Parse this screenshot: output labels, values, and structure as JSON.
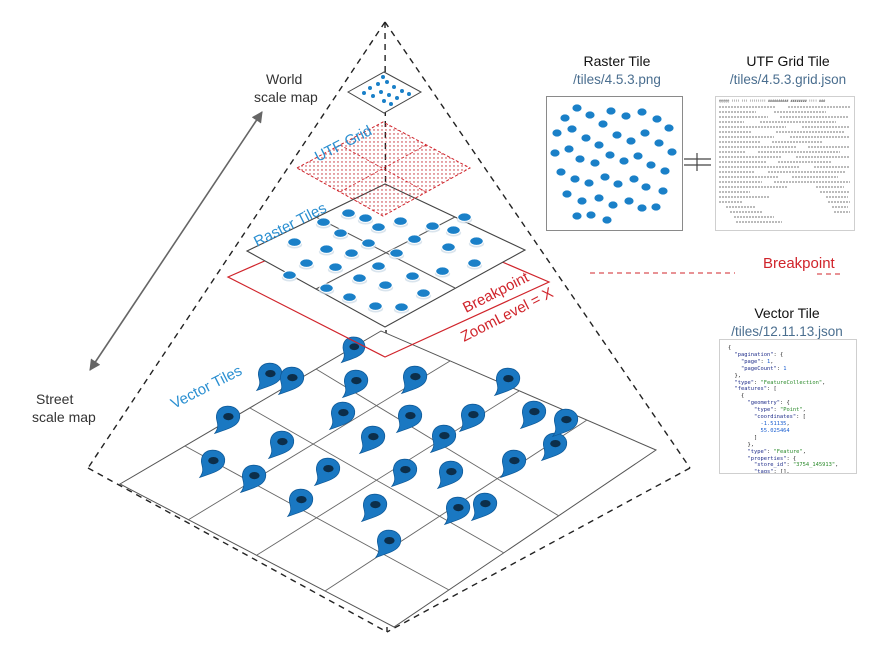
{
  "labels": {
    "world_scale": "World\nscale map",
    "street_scale": "Street\nscale map",
    "utf_grid": "UTF Grid",
    "raster_tiles": "Raster Tiles",
    "vector_tiles": "Vector Tiles",
    "breakpoint": "Breakpoint",
    "zoom_level": "ZoomLevel = X"
  },
  "panels": {
    "raster": {
      "title": "Raster Tile",
      "path": "/tiles/4.5.3.png"
    },
    "utf": {
      "title": "UTF Grid Tile",
      "path": "/tiles/4.5.3.grid.json"
    },
    "breakpoint_label": "Breakpoint",
    "vector": {
      "title": "Vector Tile",
      "path": "/tiles/12.11.13.json"
    }
  },
  "utf_grid_header": "@@@@@     !!!!   !!!      !!!!!!!!  ########## ########   !!!! ###",
  "vector_json": [
    "{",
    "  \"pagination\": {",
    "    \"page\": 1,",
    "    \"pageCount\": 1",
    "  },",
    "  \"type\": \"FeatureCollection\",",
    "  \"features\": [",
    "    {",
    "      \"geometry\": {",
    "        \"type\": \"Point\",",
    "        \"coordinates\": [",
    "          -1.51135,",
    "          55.025464",
    "        ]",
    "      },",
    "      \"type\": \"Feature\",",
    "      \"properties\": {",
    "        \"store_id\": \"3754_145913\",",
    "        \"tags\": [],"
  ],
  "colors": {
    "pin": "#1a78c2",
    "pin_center": "#0c2e4a",
    "breakpoint": "#d0242b",
    "label_blue": "#2a8fd1",
    "utf_red": "#d0242b"
  }
}
